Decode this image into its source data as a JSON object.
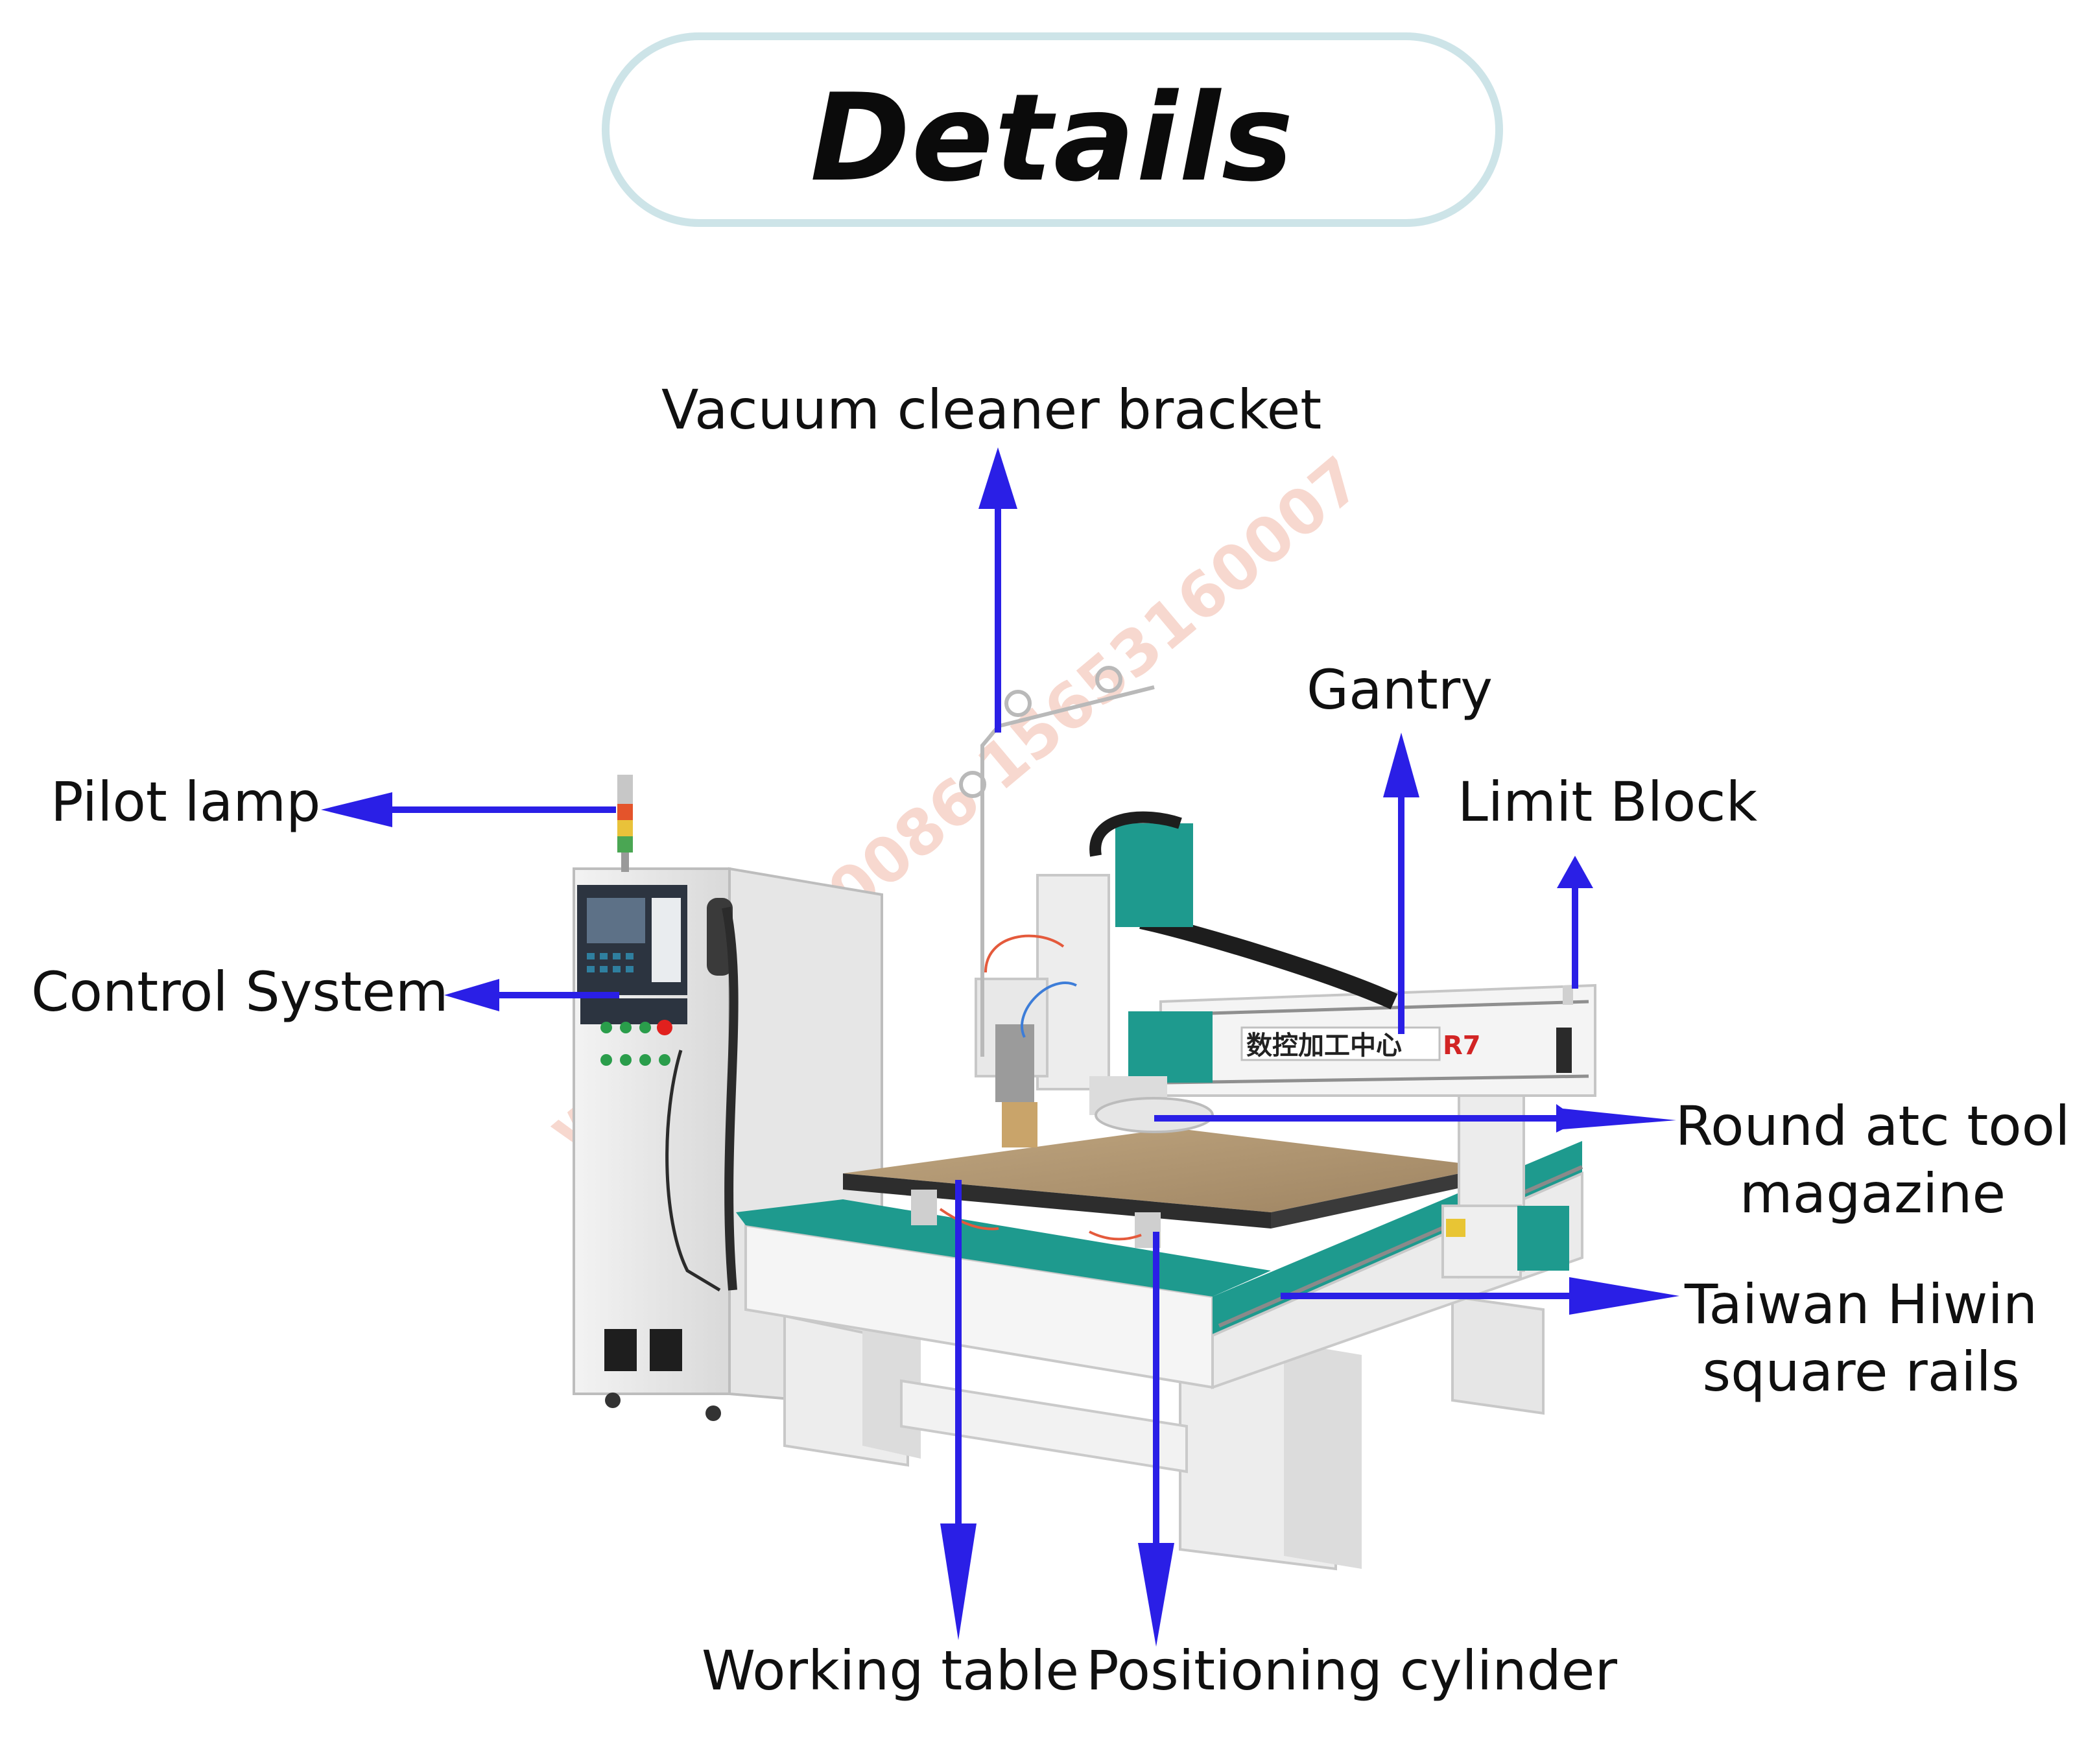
{
  "title": "Details",
  "watermark": "whatsapp:0086 15653160007",
  "machine_panel_text": "数控加工中心",
  "machine_model": "R7",
  "arrow_color": "#2a1fe6",
  "accent_color": "#1e9a8e",
  "labels": {
    "vacuum": "Vacuum cleaner bracket",
    "pilot": "Pilot lamp",
    "gantry": "Gantry",
    "limit": "Limit Block",
    "control": "Control System",
    "round_line1": "Round atc tool",
    "round_line2": "magazine",
    "taiwan_line1": "Taiwan Hiwin",
    "taiwan_line2": "square rails",
    "working": "Working table",
    "positioning": "Positioning cylinder"
  }
}
